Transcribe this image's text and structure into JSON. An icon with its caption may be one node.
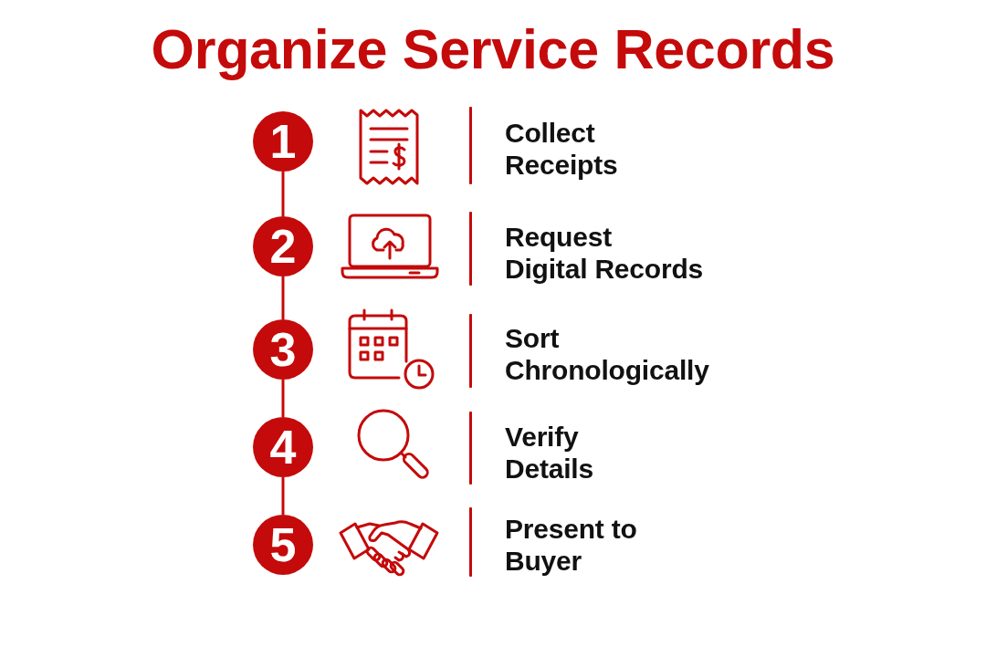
{
  "diagram": {
    "title": "Organize Service Records",
    "nodes": [
      {
        "text": [
          "1"
        ]
      },
      {
        "text": [
          "2"
        ]
      },
      {
        "text": [
          "3"
        ]
      },
      {
        "text": [
          "4"
        ]
      },
      {
        "text": [
          "5"
        ]
      }
    ],
    "edges": [
      {
        "from": 0,
        "to": 1,
        "arrow": "none"
      },
      {
        "from": 1,
        "to": 2,
        "arrow": "none"
      },
      {
        "from": 2,
        "to": 3,
        "arrow": "none"
      },
      {
        "from": 3,
        "to": 4,
        "arrow": "none"
      }
    ],
    "labels": [
      "Collect Receipts",
      "Request Digital Records",
      "Sort Chronologically",
      "Verify Details",
      "Present to Buyer"
    ]
  }
}
